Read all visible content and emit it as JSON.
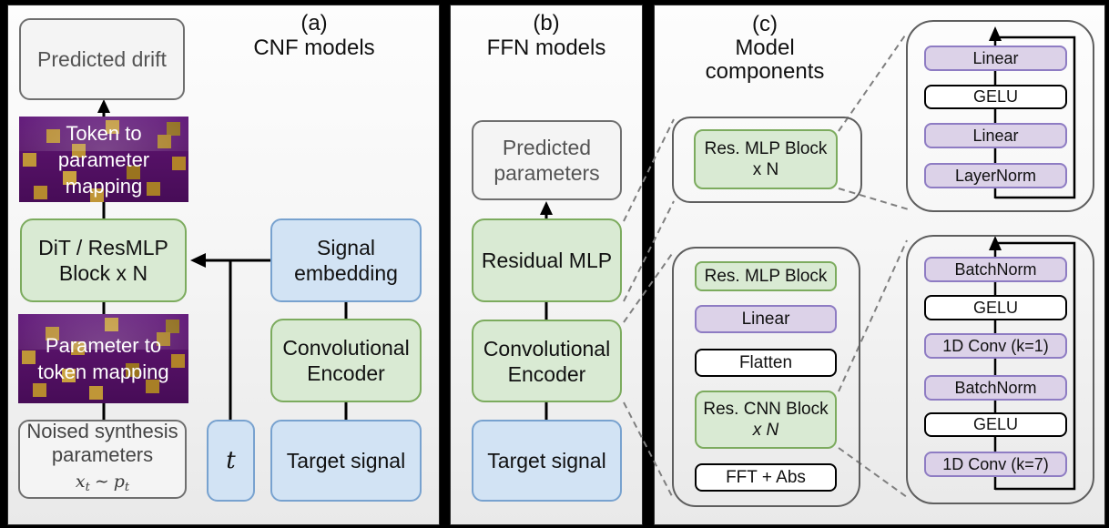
{
  "panel_a": {
    "title": "(a)\nCNF models",
    "predicted_drift": "Predicted drift",
    "token_to_parameter": "Token to\nparameter\nmapping",
    "dit_block": "DiT / ResMLP\nBlock x N",
    "parameter_to_token": "Parameter to\ntoken mapping",
    "noised_params": "Noised synthesis\nparameters",
    "formula": {
      "x": "x",
      "sub1": "t",
      "sim": "∼",
      "p": "p",
      "sub2": "t"
    },
    "t_label": "t",
    "signal_embedding": "Signal\nembedding",
    "conv_encoder": "Convolutional\nEncoder",
    "target_signal": "Target signal"
  },
  "panel_b": {
    "title": "(b)\nFFN models",
    "predicted_parameters": "Predicted\nparameters",
    "residual_mlp": "Residual MLP",
    "conv_encoder": "Convolutional\nEncoder",
    "target_signal": "Target signal"
  },
  "panel_c": {
    "title": "(c)\nModel\ncomponents",
    "res_mlp_block_n": {
      "line1": "Res. MLP Block",
      "line2": "x N"
    },
    "encoder_stack": {
      "res_mlp_block": "Res. MLP Block",
      "linear": "Linear",
      "flatten": "Flatten",
      "res_cnn_block": {
        "line1": "Res. CNN Block",
        "line2": "x N"
      },
      "fft_abs": "FFT + Abs"
    },
    "mlp_detail": {
      "items": [
        "Linear",
        "GELU",
        "Linear",
        "LayerNorm"
      ]
    },
    "cnn_detail": {
      "items": [
        "BatchNorm",
        "GELU",
        "1D Conv (k=1)",
        "BatchNorm",
        "GELU",
        "1D Conv (k=7)"
      ]
    }
  },
  "colors": {
    "green_fill": "#d9ead3",
    "green_border": "#7cab5e",
    "blue_fill": "#d2e3f4",
    "blue_border": "#78a2cf",
    "gray_fill": "#f4f4f4",
    "gray_border": "#6f6f6f",
    "purple_fill": "#dcd2e8",
    "purple_border": "#8e7cc3",
    "map_purple": "#551166",
    "map_gold": "#b68a2e",
    "wire_black": "#000000",
    "wire_dash_gray": "#7f7f7f"
  }
}
